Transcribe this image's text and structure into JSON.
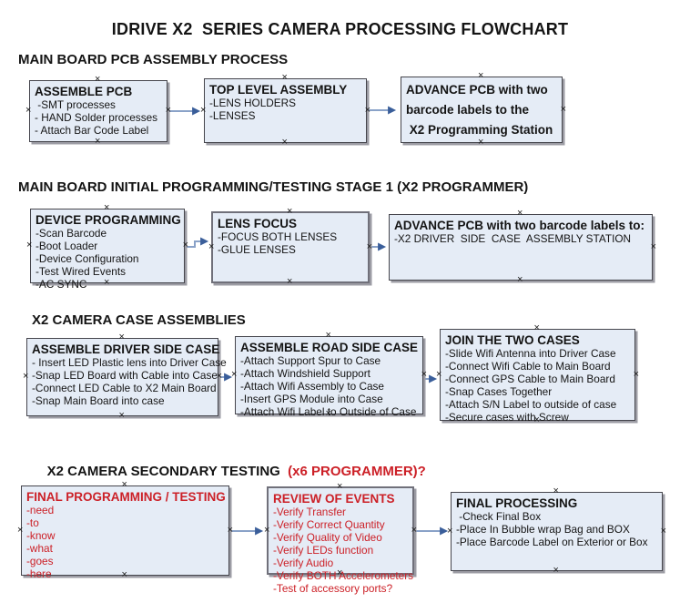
{
  "title": "IDRIVE X2  SERIES CAMERA PROCESSING FLOWCHART",
  "glyphs": {
    "connection_point": "×"
  },
  "colors": {
    "background": "#ffffff",
    "text": "#141414",
    "red": "#cc2027",
    "box_fill": "#e5ecf6",
    "box_border": "#45454c",
    "box_shadow": "#9c9ca4",
    "connector_line": "#8aa2c8",
    "connector_head": "#3a5e9a"
  },
  "sections": [
    {
      "heading": "MAIN BOARD PCB ASSEMBLY PROCESS",
      "boxes": [
        {
          "title": "ASSEMBLE PCB",
          "items": [
            " -SMT processes",
            "- HAND Solder processes",
            "- Attach Bar Code Label"
          ]
        },
        {
          "title": "TOP LEVEL ASSEMBLY",
          "items": [
            "-LENS HOLDERS",
            "-LENSES"
          ]
        },
        {
          "lines": [
            "ADVANCE PCB with two",
            "barcode labels to the",
            " X2 Programming Station"
          ]
        }
      ]
    },
    {
      "heading": "MAIN BOARD INITIAL PROGRAMMING/TESTING STAGE 1 (X2 PROGRAMMER)",
      "boxes": [
        {
          "title": "DEVICE PROGRAMMING",
          "items": [
            "-Scan Barcode",
            "-Boot Loader",
            "-Device Configuration",
            "-Test Wired Events",
            "-AC SYNC"
          ]
        },
        {
          "title": "LENS FOCUS",
          "items": [
            "-FOCUS BOTH LENSES",
            "-GLUE LENSES"
          ]
        },
        {
          "title": "ADVANCE PCB with two barcode labels to:",
          "items": [
            "-X2 DRIVER  SIDE  CASE  ASSEMBLY STATION"
          ]
        }
      ]
    },
    {
      "heading": "X2 CAMERA CASE ASSEMBLIES",
      "boxes": [
        {
          "title": "ASSEMBLE DRIVER SIDE CASE",
          "items": [
            "- Insert LED Plastic lens into Driver Case",
            "-Snap LED Board with Cable into Case",
            "-Connect LED Cable to X2 Main Board",
            "-Snap Main Board into case"
          ]
        },
        {
          "title": "ASSEMBLE ROAD SIDE CASE",
          "items": [
            "-Attach Support Spur to Case",
            "-Attach Windshield Support",
            "-Attach Wifi Assembly to Case",
            "-Insert GPS Module into Case",
            "-Attach Wifi Label to Outside of Case"
          ]
        },
        {
          "title": "JOIN THE TWO CASES",
          "items": [
            "-Slide Wifi Antenna into Driver Case",
            "-Connect Wifi Cable to Main Board",
            "-Connect GPS Cable to Main Board",
            "-Snap Cases Together",
            "-Attach S/N Label to outside of case",
            "-Secure cases with Screw"
          ]
        }
      ]
    },
    {
      "heading": "X2 CAMERA SECONDARY TESTING ",
      "heading_red": " (x6 PROGRAMMER)?",
      "boxes": [
        {
          "title": "FINAL PROGRAMMING / TESTING",
          "items": [
            "-need",
            "-to",
            "-know",
            "-what",
            "-goes",
            "-here"
          ]
        },
        {
          "title": "REVIEW OF EVENTS",
          "items": [
            "-Verify Transfer",
            "-Verify Correct Quantity",
            "-Verify Quality of Video",
            "-Verify LEDs function",
            "-Verify Audio",
            "-Verify BOTH Accelerometers",
            "-Test of accessory ports?"
          ]
        },
        {
          "title": "FINAL PROCESSING",
          "items": [
            " -Check Final Box",
            "-Place In Bubble wrap Bag and BOX",
            "-Place Barcode Label on Exterior or Box"
          ]
        }
      ]
    }
  ]
}
